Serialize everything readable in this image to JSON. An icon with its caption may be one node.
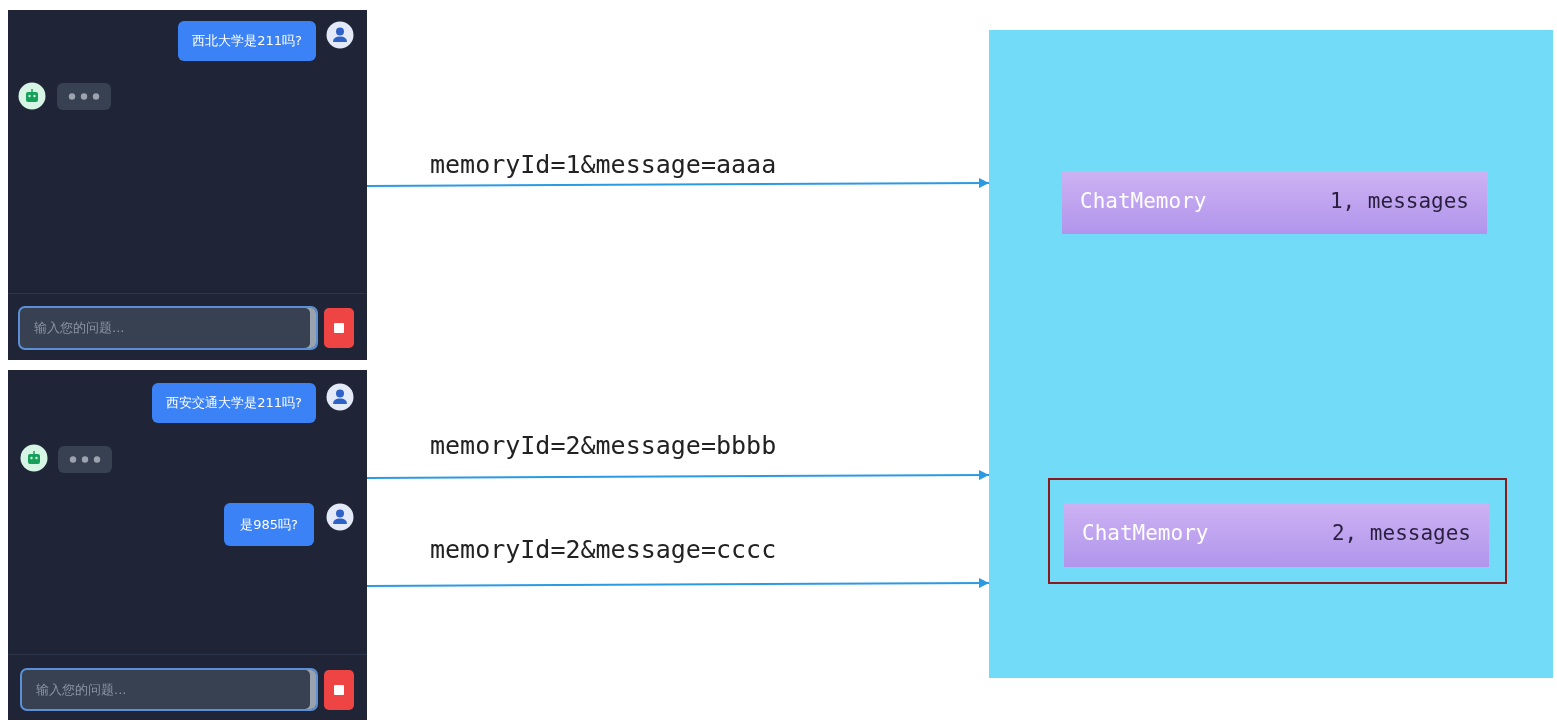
{
  "diagram": {
    "nodes": [
      {
        "text": [],
        "shape": "box"
      },
      {
        "text": [
          "西北大学是211吗?"
        ],
        "in": 0
      },
      {
        "text": [
          "输入您的问题..."
        ],
        "in": 0
      },
      {
        "text": [],
        "shape": "box"
      },
      {
        "text": [
          "西安交通大学是211吗?"
        ],
        "in": 3
      },
      {
        "text": [
          "是985吗?"
        ],
        "in": 3
      },
      {
        "text": [
          "输入您的问题..."
        ],
        "in": 3
      },
      {
        "text": [],
        "shape": "box"
      },
      {
        "text": [
          "ChatMemory",
          "1, messages"
        ],
        "in": 7
      },
      {
        "text": [],
        "shape": "box",
        "in": 7
      },
      {
        "text": [
          "ChatMemory",
          "2, messages"
        ],
        "in": 9
      }
    ],
    "edges": [
      {
        "from": 0,
        "to": 7,
        "arrow": "to",
        "label": "memoryId=1&message=aaaa"
      },
      {
        "from": 3,
        "to": 7,
        "arrow": "to",
        "label": "memoryId=2&message=bbbb"
      },
      {
        "from": 3,
        "to": 7,
        "arrow": "to",
        "label": "memoryId=2&message=cccc"
      }
    ]
  }
}
